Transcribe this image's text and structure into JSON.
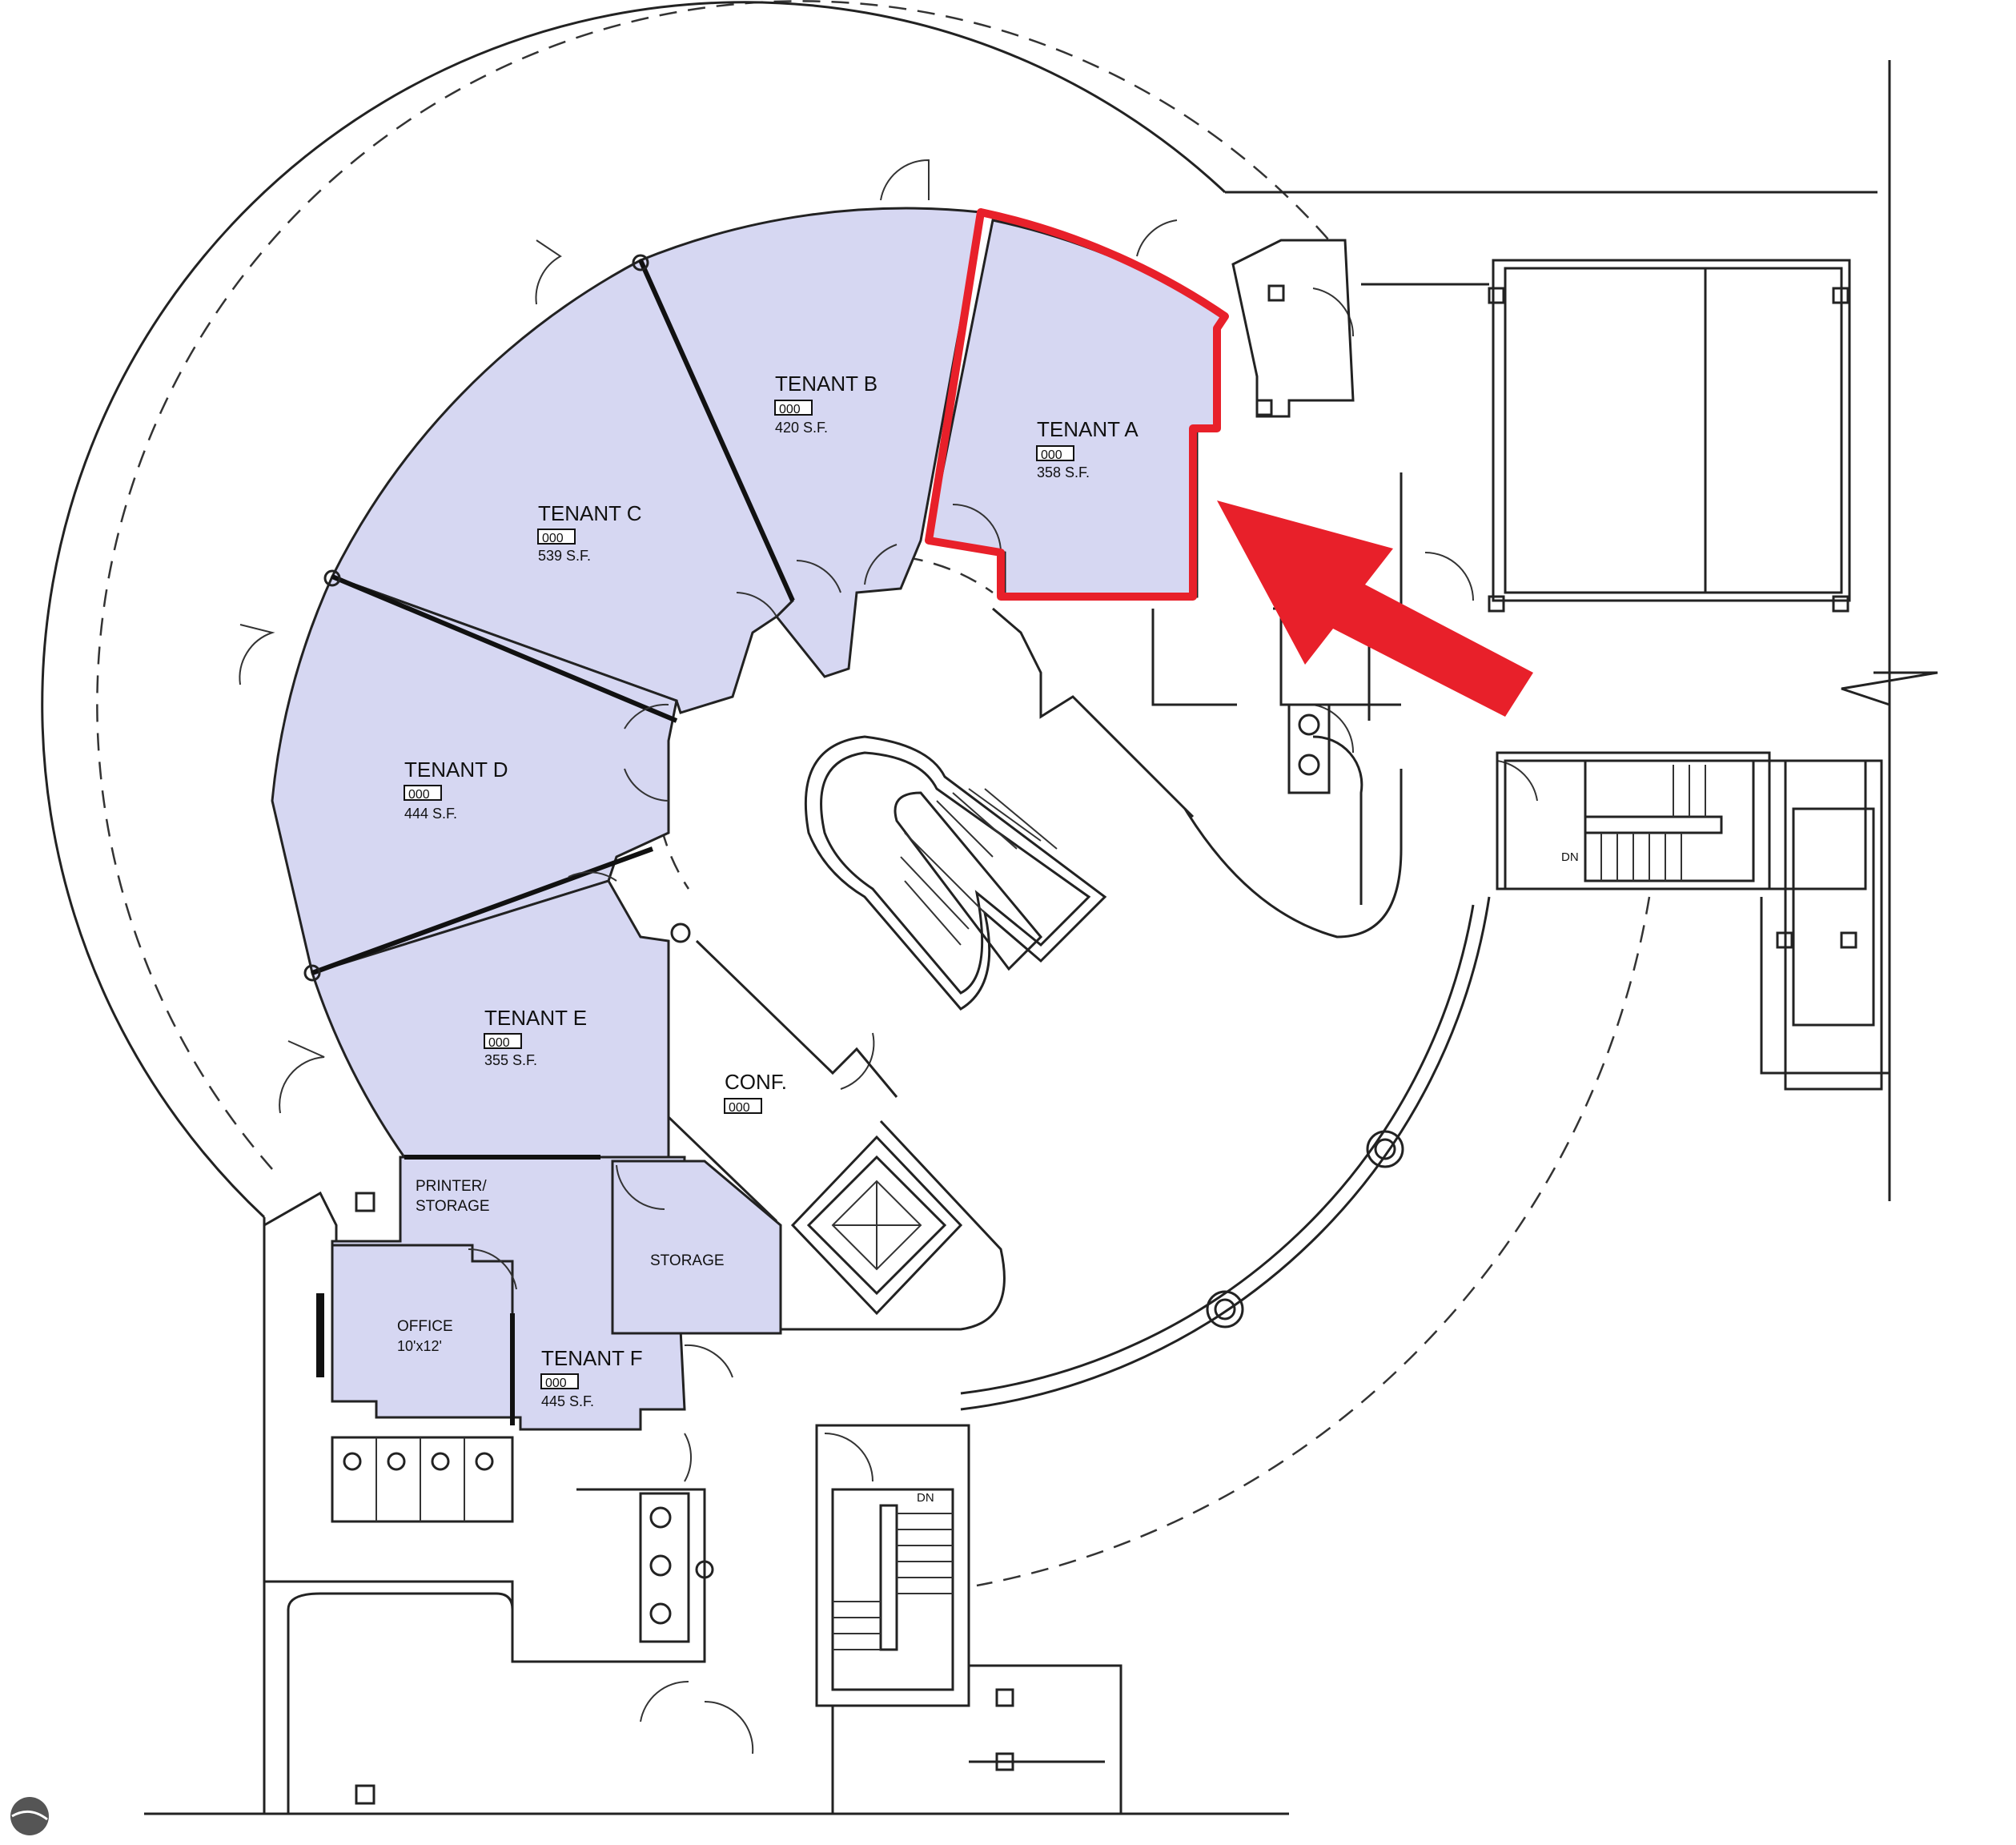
{
  "colors": {
    "tenant_fill": "#d6d7f2",
    "highlight": "#e8202a",
    "walls": "#222222"
  },
  "rooms": {
    "tenant_a": {
      "name": "TENANT A",
      "tag": "000",
      "area": "358 S.F."
    },
    "tenant_b": {
      "name": "TENANT B",
      "tag": "000",
      "area": "420 S.F."
    },
    "tenant_c": {
      "name": "TENANT C",
      "tag": "000",
      "area": "539 S.F."
    },
    "tenant_d": {
      "name": "TENANT D",
      "tag": "000",
      "area": "444 S.F."
    },
    "tenant_e": {
      "name": "TENANT E",
      "tag": "000",
      "area": "355 S.F."
    },
    "tenant_f": {
      "name": "TENANT F",
      "tag": "000",
      "area": "445 S.F."
    },
    "conf": {
      "name": "CONF.",
      "tag": "000"
    },
    "printer_storage": {
      "line1": "PRINTER/",
      "line2": "STORAGE"
    },
    "storage": {
      "name": "STORAGE"
    },
    "office": {
      "name": "OFFICE",
      "size": "10'x12'"
    }
  },
  "stairs": {
    "east_dn": "DN",
    "south_dn": "DN"
  },
  "highlight_arrow_icon": "arrow-pointing-to-tenant-a"
}
